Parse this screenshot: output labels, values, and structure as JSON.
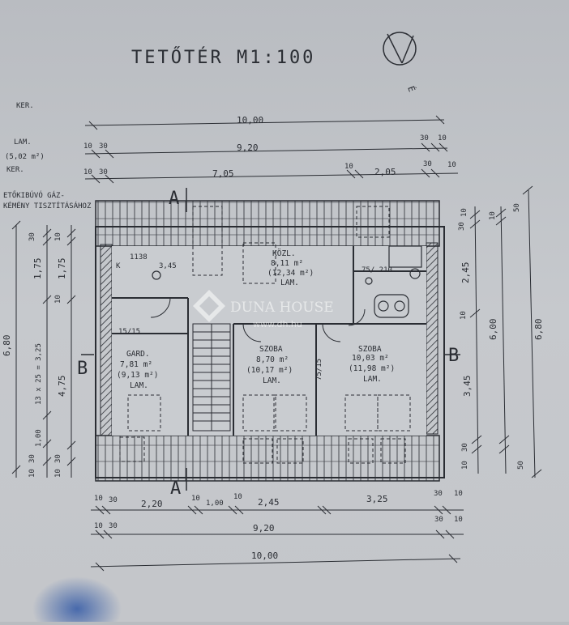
{
  "title": "TETŐTÉR M1:100",
  "north_mark": "É",
  "side_labels": {
    "ker1": "KER.",
    "lam": "LAM.",
    "lam_area": "(5,02 m²)",
    "ker2": "KER.",
    "chimney_note_1": "ETŐKIBÚVÓ GÁZ-",
    "chimney_note_2": "KÉMÉNY TISZTÍTÁSÁHOZ"
  },
  "top_dims": {
    "overall": "10,00",
    "inner": "9,20",
    "left_part": "7,05",
    "right_part": "2,05",
    "t10a": "10",
    "t30a": "30",
    "t30b": "30",
    "t10b": "10",
    "t10c": "10",
    "t30c": "30",
    "t10d": "10",
    "t30d": "30",
    "t10e": "10"
  },
  "bottom_dims": {
    "seg1": "2,20",
    "seg2": "1,00",
    "seg3": "2,45",
    "seg4": "3,25",
    "inner": "9,20",
    "overall": "10,00",
    "b10a": "10",
    "b30a": "30",
    "b10b": "10",
    "b10c": "10",
    "b30b": "30",
    "b10d": "10",
    "b10e": "10",
    "b30c": "30",
    "b30d": "30",
    "b10f": "10"
  },
  "left_dims": {
    "overall": "6,80",
    "d175a": "1,75",
    "d175b": "1,75",
    "stairs": "13 x 25 = 3,25",
    "d475": "4,75",
    "d100": "1,00",
    "l30a": "30",
    "l10a": "10",
    "l10b": "10",
    "l30b": "30",
    "l10c": "10",
    "l30c": "30",
    "l10d": "10"
  },
  "right_dims": {
    "overall": "6,80",
    "inner": "6,00",
    "d245": "2,45",
    "d345": "3,45",
    "r30a": "30",
    "r10a": "10",
    "r10b": "10",
    "r30b": "30",
    "r10c": "10",
    "r50a": "50",
    "r50b": "50",
    "r10d": "10"
  },
  "section_marks": {
    "a_top": "A",
    "a_bottom": "A",
    "b_left": "B",
    "b_right": "B"
  },
  "rooms": {
    "kozl": {
      "name": "KÖZL.",
      "area": "8,11 m²",
      "area2": "(12,34 m²)",
      "floor": "LAM."
    },
    "gard": {
      "name": "GARD.",
      "area": "7,81 m²",
      "area2": "(9,13 m²)",
      "floor": "LAM."
    },
    "szoba1": {
      "name": "SZOBA",
      "area": "8,70 m²",
      "area2": "(10,17 m²)",
      "floor": "LAM."
    },
    "szoba2": {
      "name": "SZOBA",
      "area": "10,03 m²",
      "area2": "(11,98 m²)",
      "floor": "LAM."
    },
    "bath_code": "75/ 210",
    "door_1515": "15/15",
    "door_7515": "75/15",
    "closet_1": "K",
    "closet_small": "3,45",
    "closet_code": "1138"
  },
  "watermark": {
    "brand": "DUNA HOUSE",
    "url": "www.dh.hu"
  }
}
